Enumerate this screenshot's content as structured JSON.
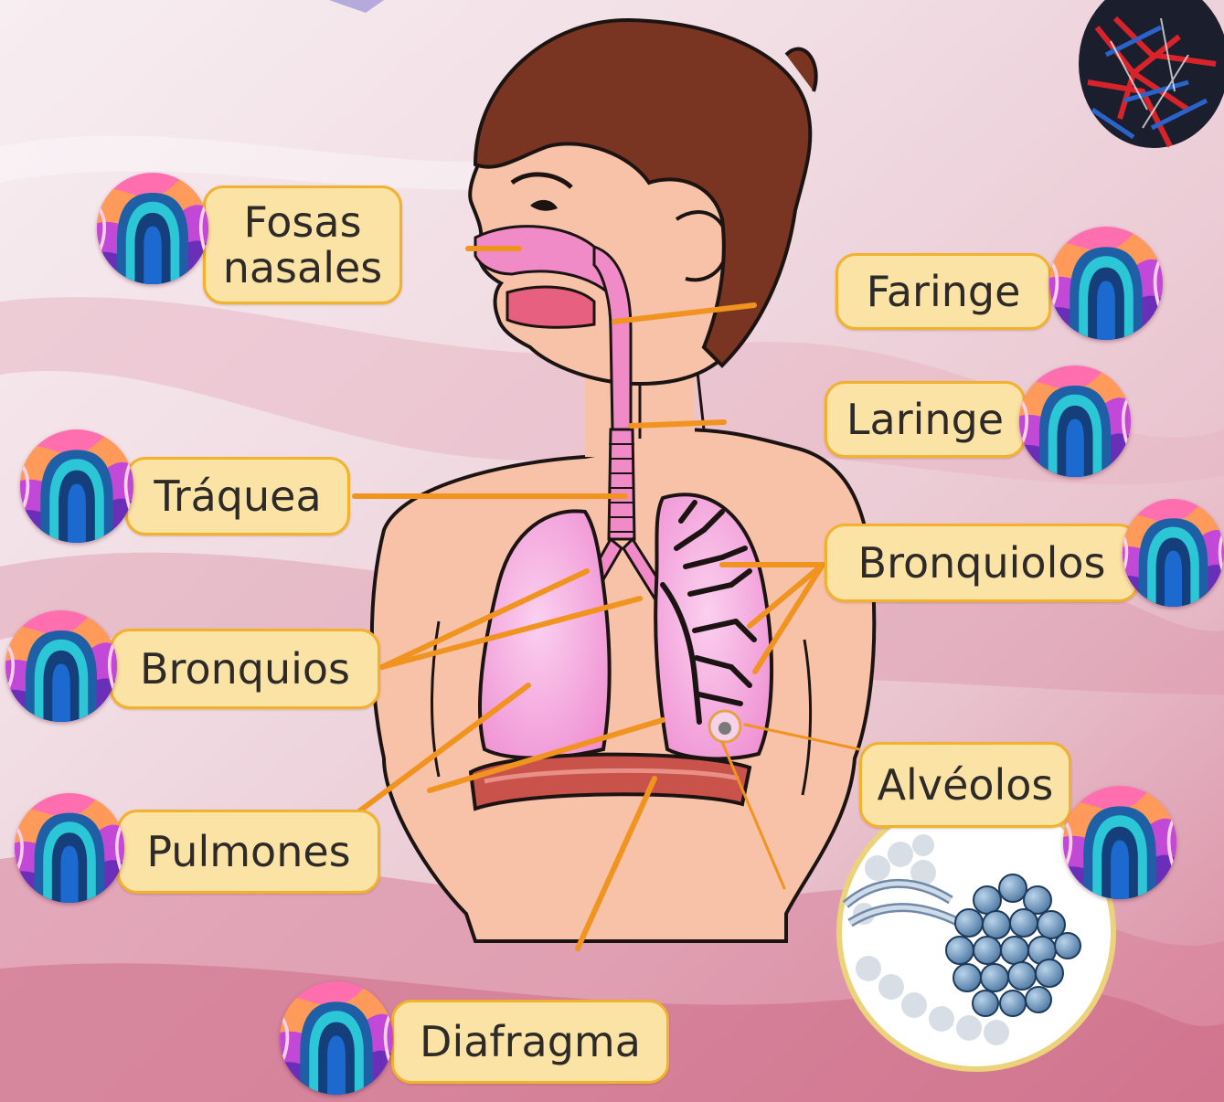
{
  "diagram": {
    "labels": {
      "fosas_line1": "Fosas",
      "fosas_line2": "nasales",
      "faringe": "Faringe",
      "laringe": "Laringe",
      "traquea": "Tráquea",
      "bronquiolos": "Bronquiolos",
      "bronquios": "Bronquios",
      "alveolos": "Alvéolos",
      "pulmones": "Pulmones",
      "diafragma": "Diafragma"
    },
    "colors": {
      "label_fill": "#fbe3a6",
      "label_border": "#f2b22d",
      "leader_line": "#f0931f",
      "skin": "#f6c6ad",
      "hair": "#7a3422",
      "airway": "#f08bc8",
      "lung": "#f4a6dd",
      "diaphragm": "#c9534b",
      "alveoli": "#5b86b3"
    },
    "icons": [
      "swirl-orb-icon",
      "lung-vessels-icon",
      "alveoli-cluster-icon"
    ]
  }
}
